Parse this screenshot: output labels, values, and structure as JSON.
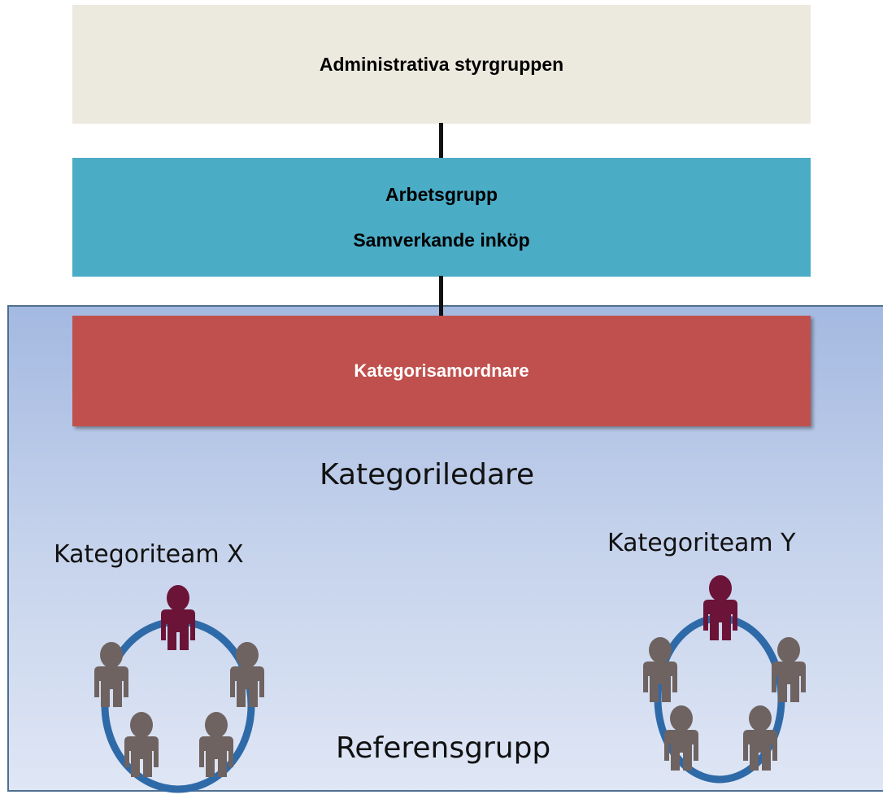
{
  "boxes": {
    "admin": "Administrativa styrgruppen",
    "arbets_line1": "Arbetsgrupp",
    "arbets_line2": "Samverkande inköp",
    "kategorisamordnare": "Kategorisamordnare"
  },
  "labels": {
    "kategoriledare": "Kategoriledare",
    "team_x": "Kategoriteam X",
    "team_y": "Kategoriteam Y",
    "referensgrupp": "Referensgrupp"
  },
  "colors": {
    "admin_fill": "#ece9de",
    "arbets_fill": "#4bacc6",
    "kategorisamordnare_fill": "#c0504d",
    "ring": "#2f6aa8",
    "leader_person": "#6b1438",
    "member_person": "#6e6360"
  },
  "icons": {
    "leader": "person-icon",
    "member": "person-icon"
  }
}
